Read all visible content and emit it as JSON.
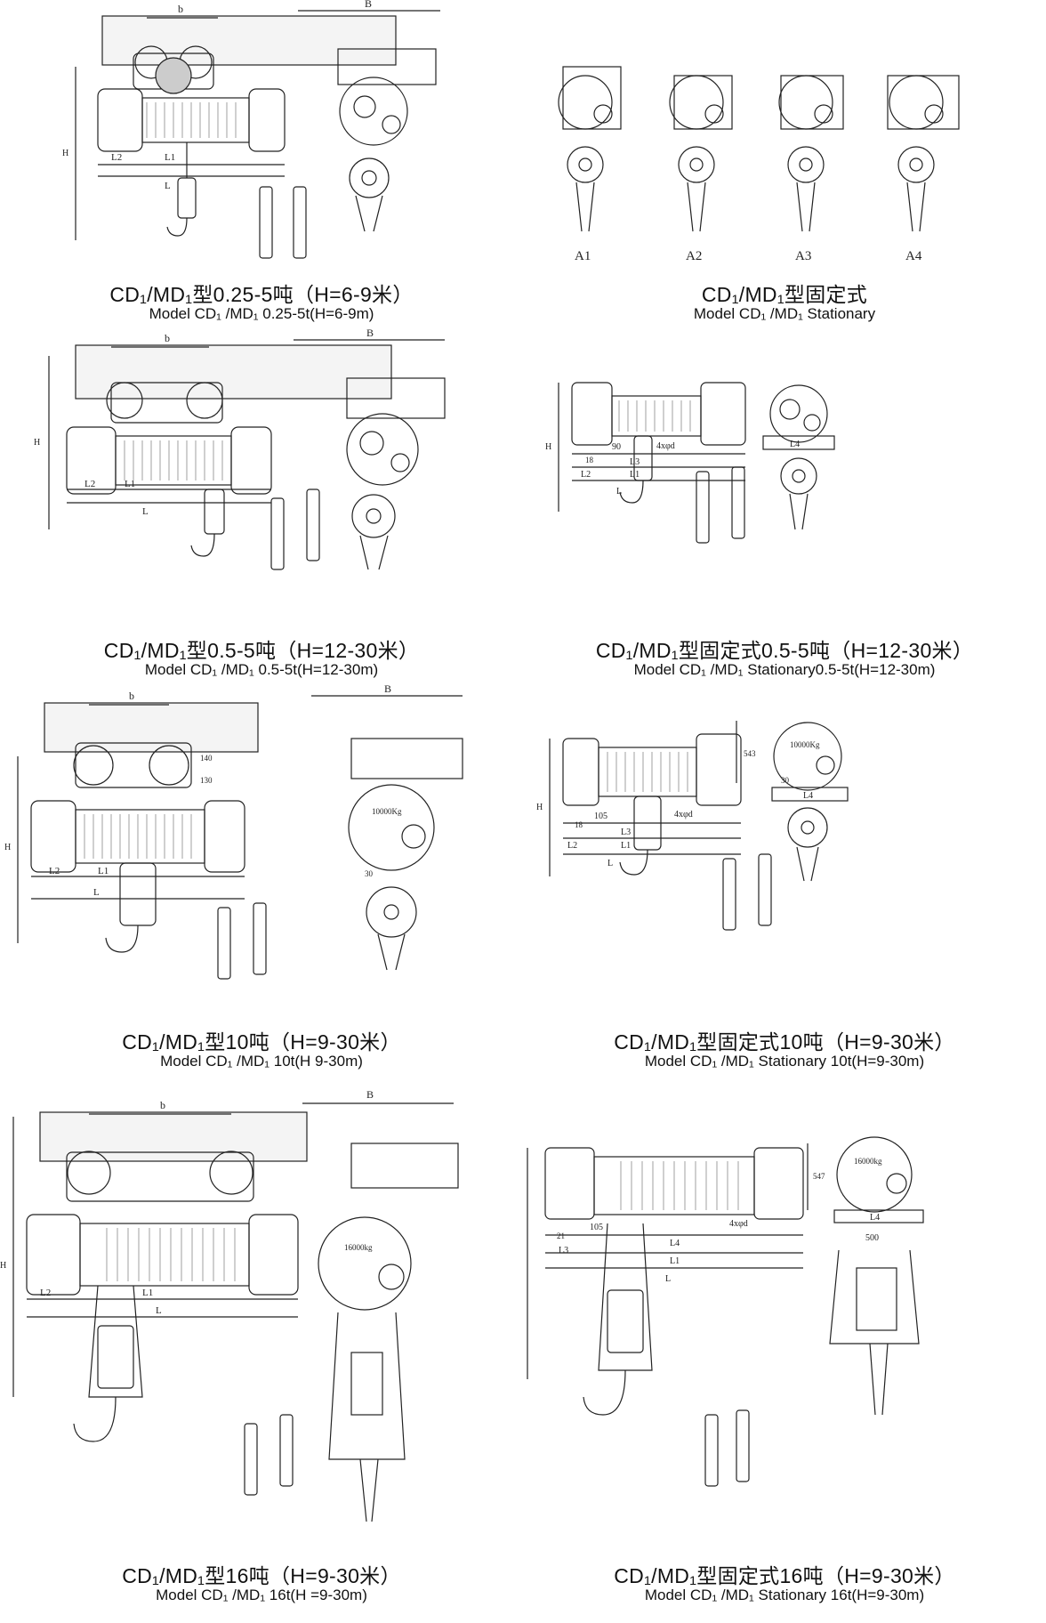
{
  "panels": [
    {
      "id": "p1",
      "caption_zh": "CD₁/MD₁型0.25-5吨（H=6-9米）",
      "caption_en": "Model CD₁ /MD₁ 0.25-5t(H=6-9m)",
      "dims": {
        "b": "b",
        "B": "B",
        "H": "H",
        "L": "L",
        "L1": "L1",
        "L2": "L2"
      }
    },
    {
      "id": "p2",
      "caption_zh": "CD₁/MD₁型固定式",
      "caption_en": "Model CD₁ /MD₁  Stationary",
      "variants": [
        "A1",
        "A2",
        "A3",
        "A4"
      ]
    },
    {
      "id": "p3",
      "caption_zh": "CD₁/MD₁型0.5-5吨（H=12-30米）",
      "caption_en": "Model CD₁ /MD₁ 0.5-5t(H=12-30m)",
      "dims": {
        "b": "b",
        "B": "B",
        "H": "H",
        "L": "L",
        "L1": "L1",
        "L2": "L2"
      }
    },
    {
      "id": "p4",
      "caption_zh": "CD₁/MD₁型固定式0.5-5吨（H=12-30米）",
      "caption_en": "Model CD₁ /MD₁  Stationary0.5-5t(H=12-30m)",
      "dims": {
        "H": "H",
        "L": "L",
        "L1": "L1",
        "L2": "L2",
        "L3": "L3",
        "L4": "L4",
        "d90": "90",
        "d18": "18",
        "holes": "4xφd"
      }
    },
    {
      "id": "p5",
      "caption_zh": "CD₁/MD₁型10吨（H=9-30米）",
      "caption_en": "Model CD₁ /MD₁  10t(H 9-30m)",
      "dims": {
        "b": "b",
        "B": "B",
        "H": "H",
        "L": "L",
        "L1": "L1",
        "L2": "L2",
        "d130": "130",
        "d140": "140",
        "d30": "30",
        "plate": "10000Kg"
      }
    },
    {
      "id": "p6",
      "caption_zh": "CD₁/MD₁型固定式10吨（H=9-30米）",
      "caption_en": "Model CD₁ /MD₁ Stationary 10t(H=9-30m)",
      "dims": {
        "H": "H",
        "L": "L",
        "L1": "L1",
        "L2": "L2",
        "L3": "L3",
        "L4": "L4",
        "d105": "105",
        "d18": "18",
        "d543": "543",
        "d30": "30",
        "holes": "4xφd",
        "plate": "10000Kg"
      }
    },
    {
      "id": "p7",
      "caption_zh": "CD₁/MD₁型16吨（H=9-30米）",
      "caption_en": "Model CD₁ /MD₁  16t(H =9-30m)",
      "dims": {
        "b": "b",
        "B": "B",
        "H": "H",
        "L": "L",
        "L1": "L1",
        "L2": "L2",
        "plate": "16000kg"
      }
    },
    {
      "id": "p8",
      "caption_zh": "CD₁/MD₁型固定式16吨（H=9-30米）",
      "caption_en": "Model CD₁ /MD₁ Stationary 16t(H=9-30m)",
      "dims": {
        "H": "H",
        "L": "L",
        "L1": "L1",
        "L3": "L3",
        "L4": "L4",
        "d105": "105",
        "d21": "21",
        "d547": "547",
        "d500": "500",
        "holes": "4xφd",
        "plate": "16000kg"
      }
    }
  ]
}
